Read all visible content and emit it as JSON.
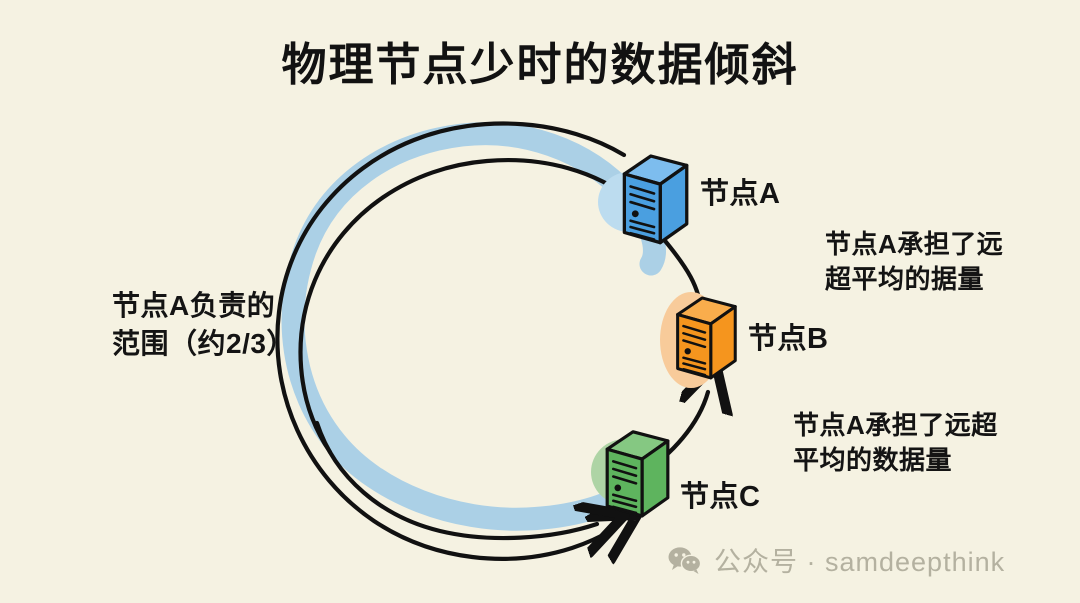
{
  "title": "物理节点少时的数据倾斜",
  "background_color": "#f5f2e2",
  "nodes": [
    {
      "id": "A",
      "label": "节点A",
      "color": "#4a9fe0",
      "top_color": "#7dbdee",
      "halo_color": "#bcdcef",
      "icon": "server-icon"
    },
    {
      "id": "B",
      "label": "节点B",
      "color": "#f5951e",
      "top_color": "#f9ad4c",
      "halo_color": "#f8cb9a",
      "icon": "server-icon"
    },
    {
      "id": "C",
      "label": "节点C",
      "color": "#5eb45e",
      "top_color": "#85c882",
      "halo_color": "#aed4a5",
      "icon": "server-icon"
    }
  ],
  "ring": {
    "band_color": "#abd0e6",
    "stroke_color": "#111111",
    "description": "hash-ring"
  },
  "annotations": {
    "left": "节点A负责的\n范围（约2/3）",
    "top_right": "节点A承担了远\n超平均的据量",
    "bottom_right": "节点A承担了远超\n平均的数据量"
  },
  "watermark": {
    "icon": "wechat-icon",
    "text": "公众号 · samdeepthink",
    "color": "#b4b1a0"
  }
}
